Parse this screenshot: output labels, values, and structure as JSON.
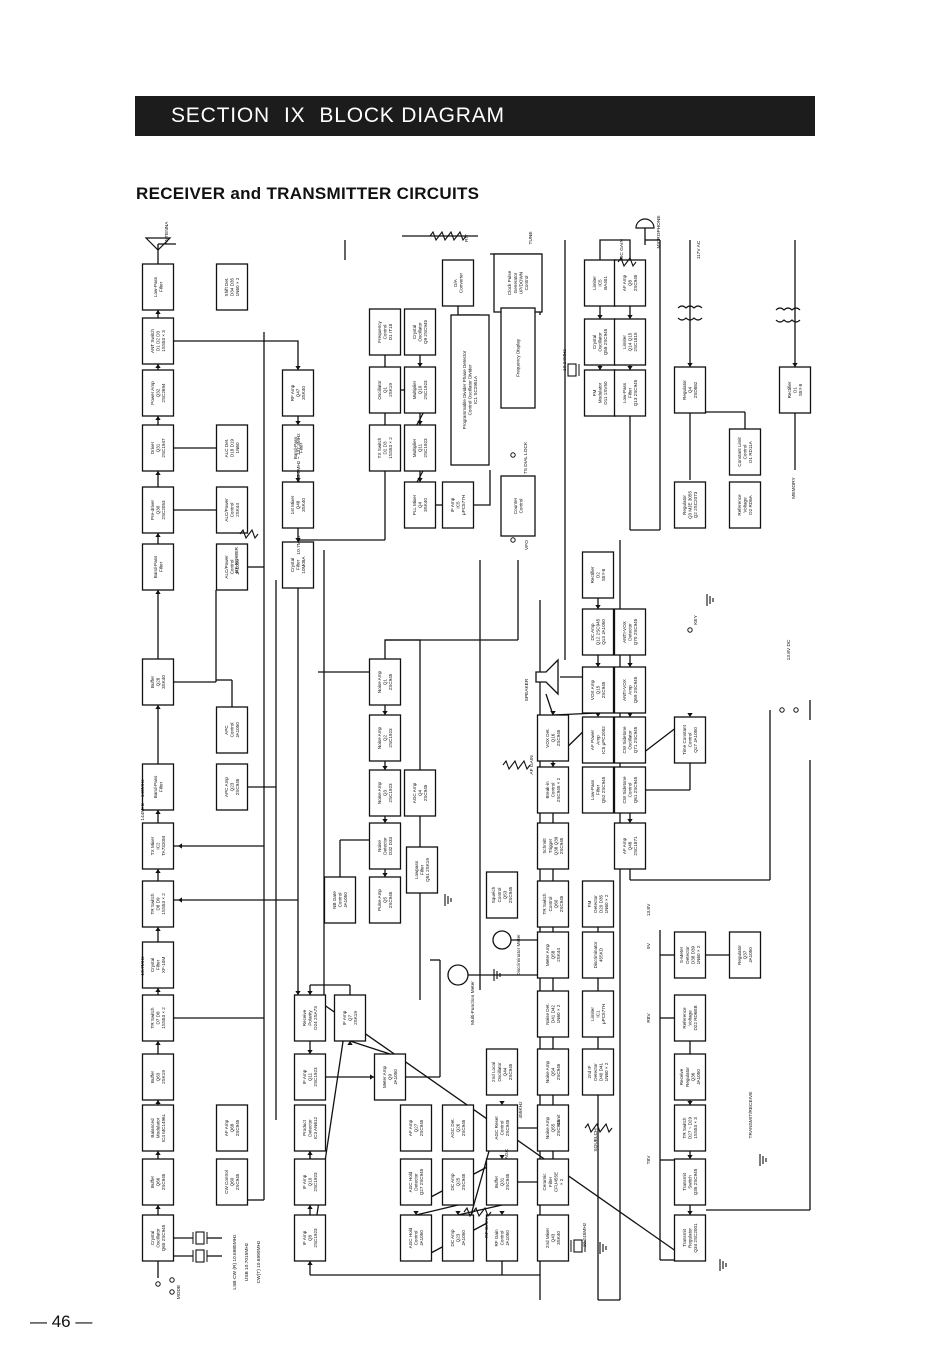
{
  "header": {
    "section_number": "SECTION",
    "section_roman": "IX",
    "section_title": "BLOCK DIAGRAM",
    "subtitle": "RECEIVER and TRANSMITTER CIRCUITS"
  },
  "page_number": "— 46 —",
  "diagram": {
    "blocks": [
      [
        "Low-Pass",
        "Filter"
      ],
      [
        "Shift Det.",
        "D34 D35",
        "1N60 × 2"
      ],
      [
        "ANT Switch",
        "D1 D2 D3",
        "1SS53 × 3"
      ],
      [
        "Power Amp",
        "Q32",
        "2SC2694"
      ],
      [
        "Driver",
        "Q31",
        "2SC1947"
      ],
      [
        "ALC Det.",
        "D18 D19",
        "1N60"
      ],
      [
        "Pre-driver",
        "Q30",
        "2SC2053"
      ],
      [
        "ALC/Power",
        "Control",
        "2SK44"
      ],
      [
        "Band-Pass",
        "Filter"
      ],
      [
        "ALC/Power",
        "Control",
        "JA1050"
      ],
      [
        "Buffer",
        "Q28",
        "3SK40"
      ],
      [
        "APC",
        "Control",
        "JA1050"
      ],
      [
        "Band-Pass",
        "Filter"
      ],
      [
        "APC Amp",
        "Q23",
        "2SC945"
      ],
      [
        "TX Mixer",
        "IC2",
        "TA7320M"
      ],
      [
        "TR Switch",
        "D8 D9",
        "1SS53 × 2"
      ],
      [
        "Crystal",
        "Filter",
        "XF-10M"
      ],
      [
        "TR Switch",
        "D7 D8",
        "1SS53 × 2"
      ],
      [
        "Buffer",
        "Q63",
        "2SK19"
      ],
      [
        "Balanced",
        "Modulator",
        "IC4 MC1496L"
      ],
      [
        "Buffer",
        "Q66",
        "2SC945"
      ],
      [
        "Crystal",
        "Oscillator",
        "Q65 2SC945"
      ],
      [
        "AF Amp",
        "Q68",
        "2SC945"
      ],
      [
        "CW Control",
        "Q60",
        "2SC945"
      ],
      [
        "RF Amp",
        "Q47",
        "3SK40"
      ],
      [
        "Band-Pass",
        "Filter"
      ],
      [
        "1st Mixer",
        "Q48",
        "3SK40"
      ],
      [
        "Crystal",
        "Filter",
        "10M08A"
      ],
      [
        "Noise Amp",
        "Q1",
        "2SC945"
      ],
      [
        "Noise Amp",
        "Q2",
        "2SC1923"
      ],
      [
        "Noise Amp",
        "Q3",
        "2SC1923"
      ],
      [
        "Noise",
        "Detector",
        "D32 D33"
      ],
      [
        "Pulse Amp",
        "Q5",
        "2SC945"
      ],
      [
        "NB Gate",
        "Control",
        "JA1050"
      ],
      [
        "AGC Amp",
        "Q4",
        "2SC945"
      ],
      [
        "Lowpass",
        "Filter",
        "Q51 2SK19"
      ],
      [
        "PLL Mixer",
        "Q4",
        "3SK40"
      ],
      [
        "Oscillator",
        "Q1",
        "2SK19"
      ],
      [
        "Multiplier",
        "Q10",
        "2SC1923"
      ],
      [
        "Multiplier",
        "Q11",
        "2SC1923"
      ],
      [
        "TX Switch",
        "D2 D3",
        "1SS53 × 2"
      ],
      [
        "Frequency",
        "Control",
        "D1 IT18"
      ],
      [
        "Crystal",
        "Oscillator",
        "Q9 2SC945"
      ],
      [
        "D/A",
        "Converter"
      ],
      [
        "Clock Pulse",
        "Generator",
        "UP/DOWN",
        "Control"
      ],
      [
        "Programmable Divider  Phase Detector",
        "Control  Oscillator  Divider",
        "IC1 SC2951A"
      ],
      [
        "Frequency Display"
      ],
      [
        "Counter",
        "Control"
      ],
      [
        "IF Amp",
        "IC5",
        "μPC577H"
      ],
      [
        "Limiter",
        "IC5",
        "BA401"
      ],
      [
        "Crystal",
        "Oscillator",
        "Q58 2SC945"
      ],
      [
        "AF Amp",
        "Q8",
        "2SC945"
      ],
      [
        "Limiter",
        "Q14 Q15",
        "2SC1815"
      ],
      [
        "FM",
        "Modulator",
        "D11 1SV50"
      ],
      [
        "Low-Pass",
        "Filter",
        "Q13 2SC945"
      ],
      [
        "Regulator",
        "Q4",
        "2SD882"
      ],
      [
        "Rectifier",
        "D1",
        "S5Y-8"
      ],
      [
        "Constant Limit",
        "Control",
        "D1 RD11A"
      ],
      [
        "Regulator",
        "Q3 MJE 3055",
        "Q2 2SC2073"
      ],
      [
        "Reference",
        "Voltage",
        "D2 RD6A"
      ],
      [
        "Rectifier",
        "D2",
        "S5Y-8"
      ],
      [
        "DC Amp",
        "Q12 2SC945",
        "Q13 JA1050"
      ],
      [
        "ANTI-VOX",
        "Detector",
        "Q70 2SC945"
      ],
      [
        "VOX Amp",
        "Q15",
        "2SC945"
      ],
      [
        "ANTI-VOX",
        "Amp",
        "Q69 2SC945"
      ],
      [
        "VOX Det.",
        "Q16",
        "2SC945"
      ],
      [
        "AF Power",
        "Amp",
        "IC5 μPC2002"
      ],
      [
        "CW Sidetone",
        "Oscillator",
        "Q71 2SC945"
      ],
      [
        "Time Constant",
        "Control",
        "Q17 JA1050"
      ],
      [
        "Break-in",
        "Control",
        "2SC945 × 2"
      ],
      [
        "Low-Pass",
        "Filter",
        "Q52 2SC945"
      ],
      [
        "CW Sidetone",
        "Control",
        "Q61 2SC945"
      ],
      [
        "Schmitt",
        "Trigger",
        "Q38 Q39",
        "2SC945"
      ],
      [
        "AF Amp",
        "Q48",
        "2SC1871"
      ],
      [
        "TR Switch",
        "Control",
        "Q60",
        "2SC945"
      ],
      [
        "FM",
        "Detector",
        "D20 D35",
        "1N60 × 2"
      ],
      [
        "Squelch",
        "Control",
        "Q53",
        "2SC945"
      ],
      [
        "Meter Amp",
        "Q58",
        "2SK44"
      ],
      [
        "Discriminator",
        "455KD"
      ],
      [
        "Noise Det.",
        "D41 D42",
        "1N60 × 2"
      ],
      [
        "Limiter",
        "IC1",
        "μPC577H"
      ],
      [
        "Noise Amp",
        "Q54",
        "2SC945"
      ],
      [
        "2nd IF",
        "Detector",
        "D40 D41",
        "1N60 × 2"
      ],
      [
        "Noise Amp",
        "Q55",
        "2SC945"
      ],
      [
        "Ceramic",
        "Filter",
        "CFU455E",
        "× 2"
      ],
      [
        "2nd Mixer",
        "Q43",
        "3SK40"
      ],
      [
        "2nd Local",
        "Oscillator",
        "Q44",
        "2SC945"
      ],
      [
        "S-Meter",
        "Detector",
        "D38 D39",
        "1N60 × 2"
      ],
      [
        "Regulator",
        "Q37",
        "JA1050"
      ],
      [
        "Reference",
        "Voltage",
        "D22 RD6EB"
      ],
      [
        "Receive",
        "Regulator",
        "Q36",
        "JA1050"
      ],
      [
        "TR Switch",
        "D27 ~ D29",
        "1SS53 × 3"
      ],
      [
        "Transmit",
        "Switch",
        "Q35 2SC945"
      ],
      [
        "Transmit",
        "Regulator",
        "Q34 2SC2001"
      ],
      [
        "Receive",
        "Polarity",
        "D24 2SA73"
      ],
      [
        "IF Amp",
        "Q11",
        "2SC1923"
      ],
      [
        "Product",
        "Detector",
        "IC3 AN612"
      ],
      [
        "IF Amp",
        "Q10",
        "2SC1923"
      ],
      [
        "IF Amp",
        "Q8",
        "2SC1923"
      ],
      [
        "IF Amp",
        "Q7",
        "2SK19"
      ],
      [
        "Meter Amp",
        "Q9",
        "JA1050"
      ],
      [
        "AF Amp",
        "Q27",
        "2SC945"
      ],
      [
        "AGC Det.",
        "Q26",
        "2SC945"
      ],
      [
        "AGC Hold",
        "Detector",
        "Q27 2SC945"
      ],
      [
        "DC Amp",
        "Q25",
        "2SC945"
      ],
      [
        "Buffer",
        "Q31",
        "2SC945"
      ],
      [
        "AGC Hold",
        "Control",
        "JA1050"
      ],
      [
        "DC Amp",
        "Q23",
        "JA1050"
      ],
      [
        "RF Gain",
        "Control",
        "JA1050"
      ],
      [
        "AGC Reset",
        "Control",
        "2SC945"
      ]
    ],
    "labels": [
      "ANTENNA",
      "RIT",
      "TUNE",
      "MICROPHONE",
      "MIC GAIN",
      "117V AC",
      "RF POWER",
      "SPEAKER",
      "AF GAIN",
      "KEY",
      "MEMORY",
      "13.8V DC",
      "SQUELCH",
      "RF GAIN",
      "AGC",
      "MODE",
      "TRANSMIT/RECEIVE",
      "TS DIAL LOCK",
      "VFO",
      "Multi-Function Meter",
      "Discriminator Meter",
      "LSB·CW (R) 10.6985MHz",
      "USB 10.7015MHz",
      "CW(T) 10.6990MHz",
      "10.7MHz",
      "144MHz ~ 148MHz",
      "133.3MHz ~ 137.3MHz",
      "10.7MHz",
      "455KHz",
      "10.245MHz",
      "9V",
      "13.8V",
      "T8V",
      "R8V",
      "10.24MHz",
      "Sunit"
    ]
  }
}
